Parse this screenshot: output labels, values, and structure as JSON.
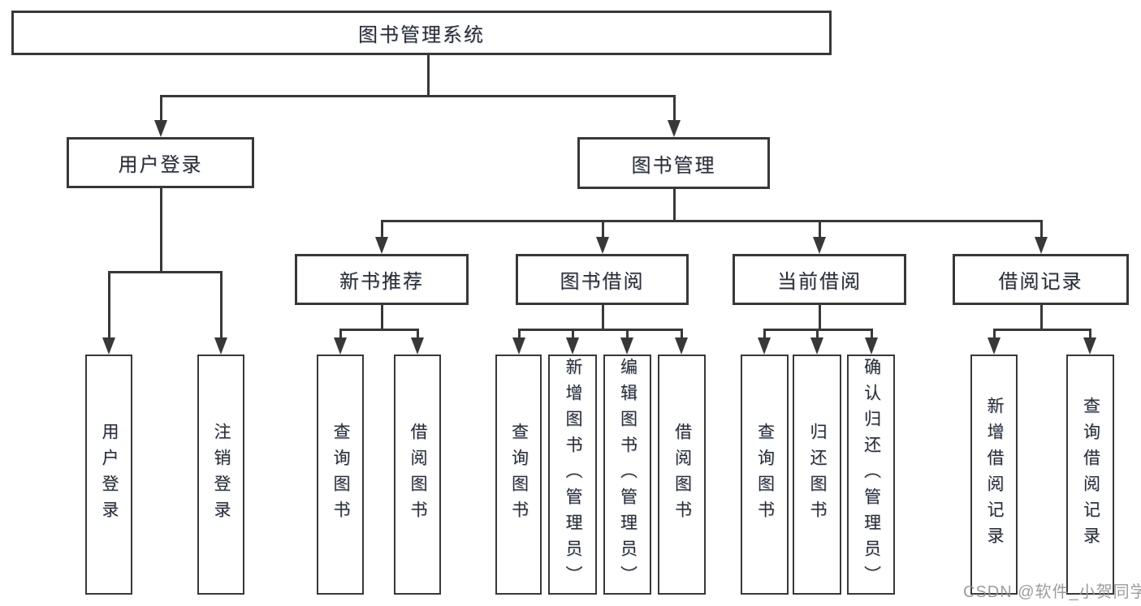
{
  "diagram_title": "图书管理系统",
  "nodes": [
    {
      "id": "root",
      "label": "图书管理系统",
      "parent": null
    },
    {
      "id": "user-login",
      "label": "用户登录",
      "parent": "root"
    },
    {
      "id": "book-mgmt",
      "label": "图书管理",
      "parent": "root"
    },
    {
      "id": "new-book-rec",
      "label": "新书推荐",
      "parent": "book-mgmt"
    },
    {
      "id": "book-borrow",
      "label": "图书借阅",
      "parent": "book-mgmt"
    },
    {
      "id": "current-borrow",
      "label": "当前借阅",
      "parent": "book-mgmt"
    },
    {
      "id": "borrow-records",
      "label": "借阅记录",
      "parent": "book-mgmt"
    },
    {
      "id": "leaf-user-login",
      "label": "用户登录",
      "parent": "user-login"
    },
    {
      "id": "leaf-logout",
      "label": "注销登录",
      "parent": "user-login"
    },
    {
      "id": "leaf-query-books-rec",
      "label": "查询图书",
      "parent": "new-book-rec"
    },
    {
      "id": "leaf-borrow-books-rec",
      "label": "借阅图书",
      "parent": "new-book-rec"
    },
    {
      "id": "leaf-query-books-borrow",
      "label": "查询图书",
      "parent": "book-borrow"
    },
    {
      "id": "leaf-add-books",
      "label": "新增图书（管理员）",
      "parent": "book-borrow"
    },
    {
      "id": "leaf-edit-books",
      "label": "编辑图书（管理员）",
      "parent": "book-borrow"
    },
    {
      "id": "leaf-borrow-books",
      "label": "借阅图书",
      "parent": "book-borrow"
    },
    {
      "id": "leaf-query-books-cur",
      "label": "查询图书",
      "parent": "current-borrow"
    },
    {
      "id": "leaf-return-books",
      "label": "归还图书",
      "parent": "current-borrow"
    },
    {
      "id": "leaf-confirm-return",
      "label": "确认归还（管理员）",
      "parent": "current-borrow"
    },
    {
      "id": "leaf-add-borrow-rec",
      "label": "新增借阅记录",
      "parent": "borrow-records"
    },
    {
      "id": "leaf-query-borrow-rec",
      "label": "查询借阅记录",
      "parent": "borrow-records"
    }
  ],
  "watermark": {
    "text": "CSDN @软件_小贺同学"
  },
  "colors": {
    "line": "#383838",
    "text": "#2d2d2d",
    "box_background": "#ffffff",
    "watermark": "#949494",
    "background": "#ffffff"
  }
}
